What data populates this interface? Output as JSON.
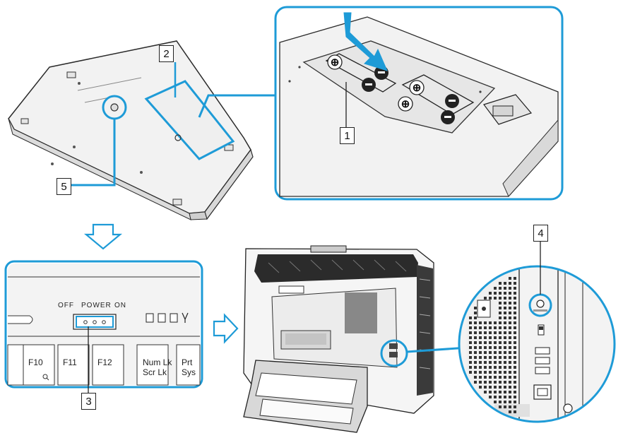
{
  "callouts": {
    "battery": "1",
    "battery_cover": "2",
    "power_switch": "3",
    "connect_button": "4",
    "keyboard_connect_button": "5"
  },
  "power_switch": {
    "off": "OFF",
    "title": "POWER",
    "on": "ON"
  },
  "keys": {
    "f10": "F10",
    "f11": "F11",
    "f12": "F12",
    "numlk": "Num Lk",
    "scrlk": "Scr Lk",
    "prt": "Prt",
    "sys": "Sys"
  },
  "colors": {
    "accent": "#1e9bd7",
    "line": "#2a2a2a",
    "panel": "#f4f4f4"
  }
}
